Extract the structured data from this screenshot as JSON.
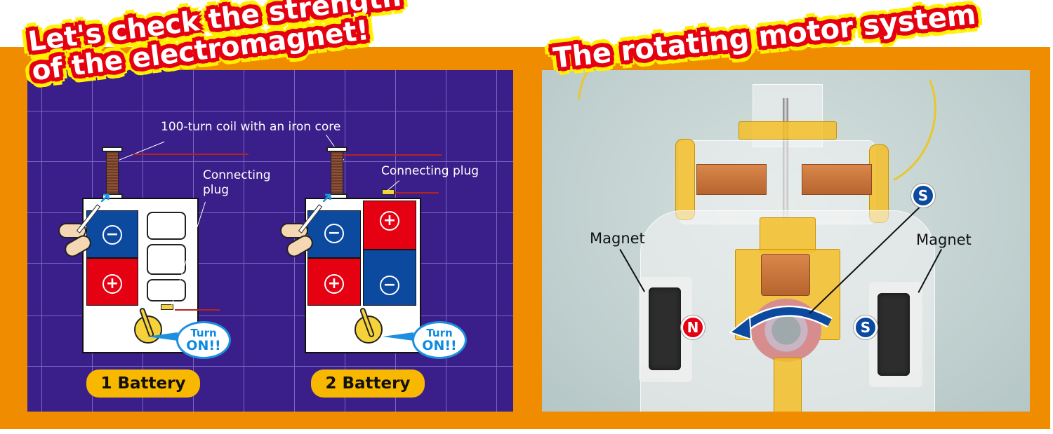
{
  "left_section": {
    "title_line1": "Let's check the strength",
    "title_line2": "of the electromagnet!",
    "coil_callout": "100-turn coil with an iron core",
    "diagram_1": {
      "plug_callout_line1": "Connecting",
      "plug_callout_line2": "plug",
      "turn_on_line1": "Turn",
      "turn_on_line2": "ON!!",
      "label": "1 Battery",
      "cell_signs": [
        "−",
        "+"
      ]
    },
    "diagram_2": {
      "plug_callout": "Connecting plug",
      "turn_on_line1": "Turn",
      "turn_on_line2": "ON!!",
      "label": "2 Battery",
      "cell1_signs": [
        "−",
        "+"
      ],
      "cell2_signs": [
        "+",
        "−"
      ]
    }
  },
  "right_section": {
    "title": "The rotating motor system",
    "magnet_left_label": "Magnet",
    "magnet_right_label": "Magnet",
    "pole_left": "N",
    "pole_right": "S",
    "pole_rotor": "S"
  },
  "colors": {
    "orange_band": "#F08C00",
    "diagram_background": "#3A1E89",
    "title_fill": "#E50012",
    "title_outline": "#FFF200",
    "battery_label": "#F9B800",
    "negative_pole": "#0B4A9E",
    "positive_pole": "#E50012",
    "turn_on_blue": "#1D8FE0"
  }
}
